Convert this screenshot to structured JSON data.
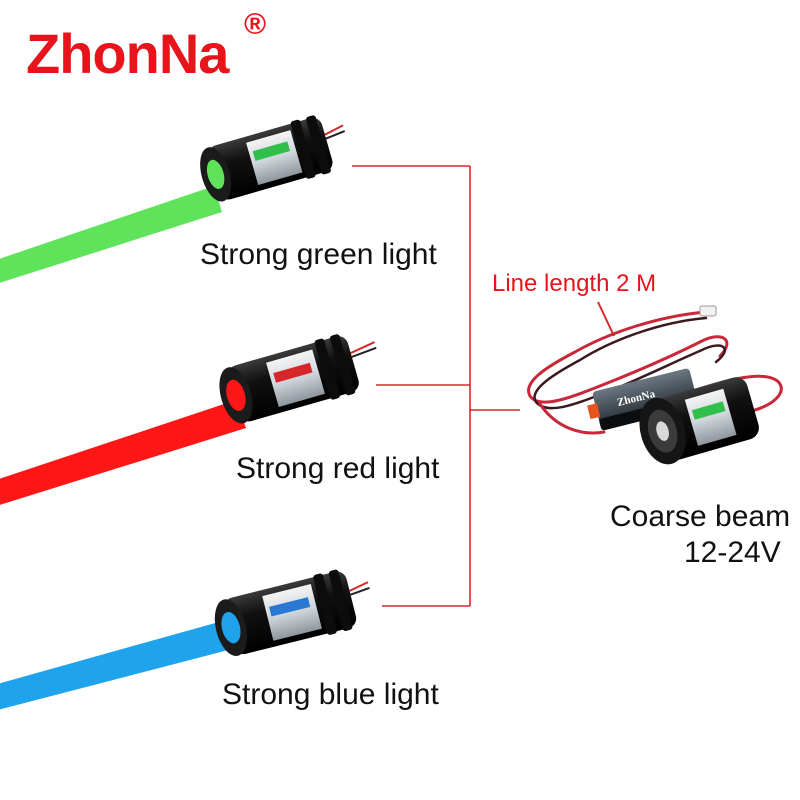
{
  "brand": {
    "name": "ZhonNa",
    "registered_mark": "®",
    "color": "#e8141b"
  },
  "lasers": [
    {
      "label": "Strong green light",
      "beam_color": "#5ee35a"
    },
    {
      "label": "Strong red light",
      "beam_color": "#ff1717"
    },
    {
      "label": "Strong blue light",
      "beam_color": "#1ea3ec"
    }
  ],
  "product": {
    "cable_note": "Line length 2 M",
    "beam_type": "Coarse beam",
    "voltage": "12-24V",
    "driver_logo": "ZhonNa"
  },
  "connector_color": "#d42a2a"
}
